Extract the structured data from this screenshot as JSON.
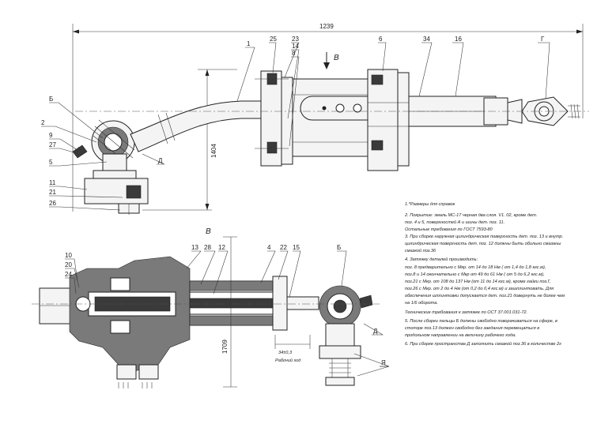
{
  "drawing": {
    "overall_dim": "1239",
    "dim_vertical": "1404",
    "view_arrow": "В",
    "view_b_title": "В",
    "view_b_dim_vertical": "1709",
    "stroke_dim": "34±0,3",
    "stroke_note": "Рабочий ход",
    "callouts_top": [
      "1",
      "25",
      "23",
      "14",
      "8",
      "6",
      "34",
      "16",
      "Г"
    ],
    "callouts_left": [
      "Б",
      "2",
      "9",
      "27",
      "5",
      "11",
      "21",
      "26"
    ],
    "callout_d_top": "Д",
    "callouts_view_b_left": [
      "10",
      "20",
      "24"
    ],
    "callouts_view_b_top": [
      "13",
      "28",
      "12",
      "4",
      "22",
      "15",
      "Б"
    ],
    "callout_d_bottom": "Д",
    "callout_ya": "Я"
  },
  "notes": [
    "1.*Размеры для справок",
    "2. Покрытие: эмаль МС-17 черная два слоя. V1. 02, кроме дет.",
    "поз. 4 и 5, поверхностей А и шины дет. поз. 11.",
    "Остальные требования по ГОСТ 7593-80",
    "3. При сборке наружная цилиндрическая поверхность дет. поз. 13 и внутр.",
    "цилиндрическая поверхность дет. поз. 12 должны быть обильно смазаны",
    "смазкой поз.36",
    "4. Затяжку деталей производить:",
    "поз. 8 предварительно с Мкр. от 14 до 18 Нм ( от 1,4 до 1,8 кгс.м),",
    "поз.8 и 14 окончательно с Мкр от 49 до 61 Нм ( от 5 до 6,2 кгс.м),",
    "поз.21 с Мкр. от 108 до 137 Нм (от 11 до 14 кгс.м), кроме гайки поз.Г,",
    "поз.26 с Мкр. от 2 до 4 Нм (от 0,2 до 0,4 кгс.м) и зашплинтовать. Для",
    "обеспечения шплинтовки допускается дет. поз.21 довернуть не более чем",
    "на 1/6 оборота.",
    "Технические требования к затяжке по ОСТ 37.001.031-72.",
    "5. После сборки пальцы Б должны свободно поворачиваться на сфере, в",
    "стопоре поз.13 должен свободно без заедания перемещаться в",
    "продольном направлении на величину рабочего хода.",
    "6. При сборке пространства Д заполнить смазкой поз.36 в количестве 2г"
  ]
}
